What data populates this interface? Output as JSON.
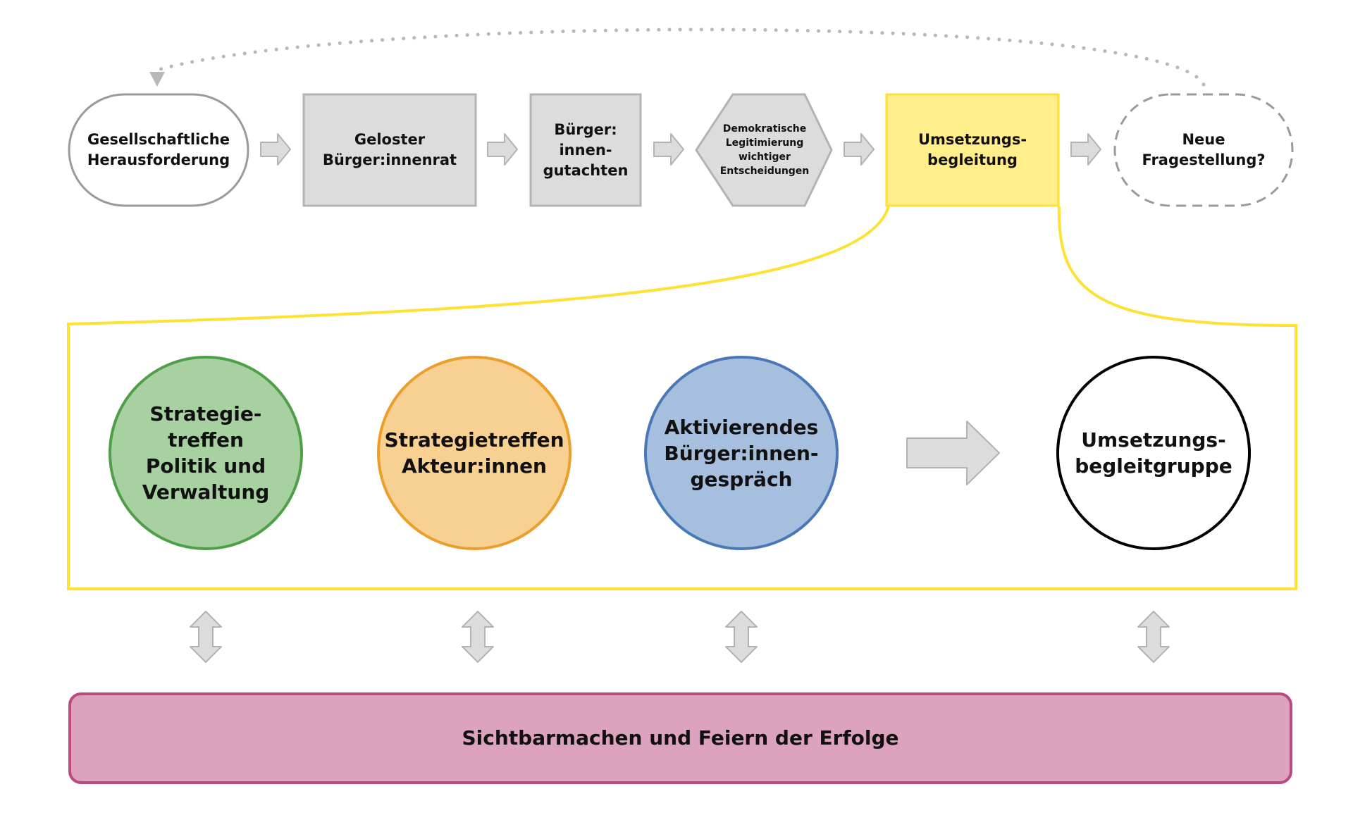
{
  "process": {
    "steps": [
      {
        "label": "Gesellschaftliche\nHerausforderung"
      },
      {
        "label": "Geloster\nBürger:innenrat"
      },
      {
        "label": "Bürger:\ninnen-\ngutachten"
      },
      {
        "label": "Demokratische\nLegitimierung\nwichtiger\nEntscheidungen"
      },
      {
        "label": "Umsetzungs-\nbegleitung"
      },
      {
        "label": "Neue\nFragestellung?"
      }
    ]
  },
  "detail": {
    "circles": [
      {
        "label": "Strategie-\ntreffen\nPolitik und\nVerwaltung",
        "fill": "#a8d1a2",
        "stroke": "#4e9f48"
      },
      {
        "label": "Strategietreffen\nAkteur:innen",
        "fill": "#f8d192",
        "stroke": "#ec9e2a"
      },
      {
        "label": "Aktivierendes\nBürger:innen-\ngespräch",
        "fill": "#a7bfde",
        "stroke": "#4a78b6"
      },
      {
        "label": "Umsetzungs-\nbegleitgruppe",
        "fill": "#ffffff",
        "stroke": "#000000"
      }
    ]
  },
  "banner": {
    "label": "Sichtbarmachen und Feiern der Erfolge",
    "fill": "#dda2bd",
    "stroke": "#b84c80"
  },
  "colors": {
    "highlight_fill": "#ffee8a",
    "highlight_stroke": "#fde234",
    "gray_fill": "#dcdcdc",
    "gray_stroke": "#b3b3b3"
  }
}
